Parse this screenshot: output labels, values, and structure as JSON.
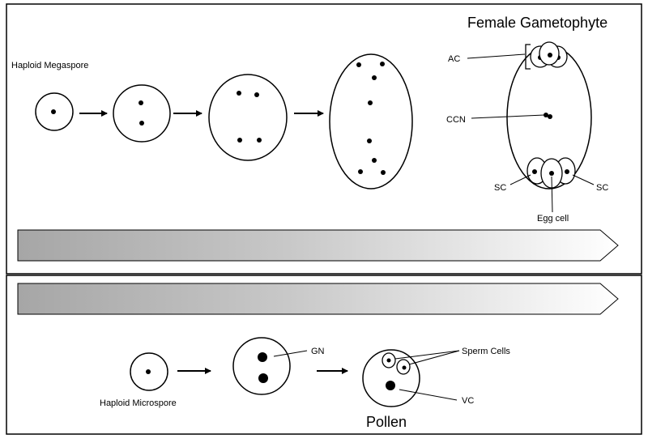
{
  "female": {
    "title": "Female Gametophyte",
    "start_label": "Haploid Megaspore",
    "labels": {
      "ac": "AC",
      "ccn": "CCN",
      "sc_left": "SC",
      "sc_right": "SC",
      "egg": "Egg cell"
    }
  },
  "male": {
    "title": "Pollen",
    "start_label": "Haploid Microspore",
    "labels": {
      "gn": "GN",
      "sperm": "Sperm Cells",
      "vc": "VC"
    }
  },
  "colors": {
    "gradient_dark": "#a6a6a6",
    "gradient_light": "#ffffff",
    "stroke": "#000000"
  }
}
